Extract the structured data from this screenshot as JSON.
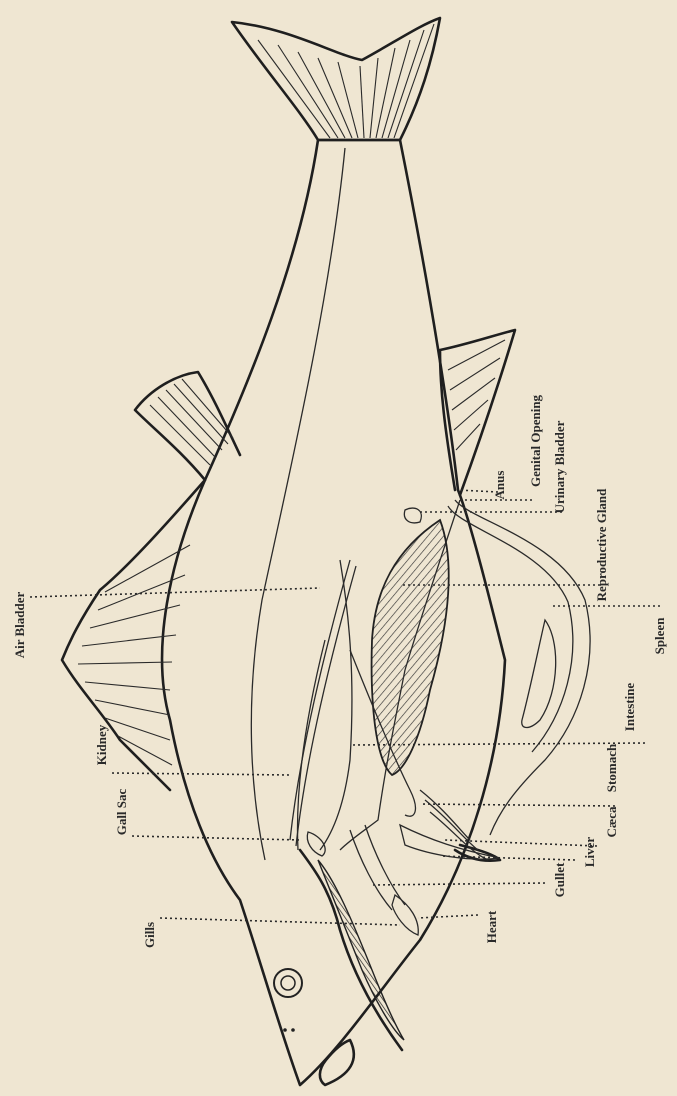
{
  "figure": {
    "labels": {
      "air_bladder": "Air Bladder",
      "kidney": "Kidney",
      "gall_sac": "Gall Sac",
      "gills": "Gills",
      "heart": "Heart",
      "gullet": "Gullet",
      "liver": "Liver",
      "caeca": "Cæca",
      "stomach": "Stomach",
      "intestine": "Intestine",
      "spleen": "Spleen",
      "reproductive_gland": "Reproductive Gland",
      "urinary_bladder": "Urinary Bladder",
      "genital_opening": "Genital Opening",
      "anus": "Anus"
    }
  }
}
